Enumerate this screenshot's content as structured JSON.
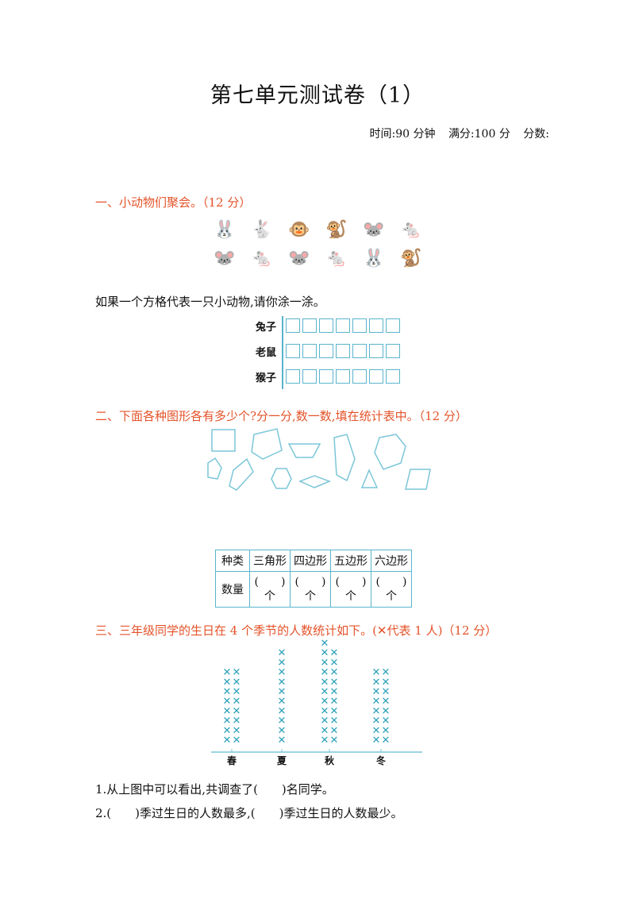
{
  "title": "第七单元测试卷（1）",
  "meta": {
    "time": "时间:90 分钟",
    "full": "满分:100 分",
    "score": "分数:"
  },
  "section1": {
    "heading": "一、小动物们聚会。（12 分）",
    "instruction": "如果一个方格代表一只小动物,请你涂一涂。",
    "animals_row1": [
      {
        "icon": "rabbit-icon",
        "glyph": "🐰"
      },
      {
        "icon": "rabbit-icon",
        "glyph": "🐇"
      },
      {
        "icon": "monkey-icon",
        "glyph": "🐵"
      },
      {
        "icon": "monkey-icon",
        "glyph": "🐒"
      },
      {
        "icon": "mouse-icon",
        "glyph": "🐭"
      },
      {
        "icon": "mouse-icon",
        "glyph": "🐁"
      }
    ],
    "animals_row2": [
      {
        "icon": "mouse-icon",
        "glyph": "🐭"
      },
      {
        "icon": "mouse-icon",
        "glyph": "🐁"
      },
      {
        "icon": "mouse-icon",
        "glyph": "🐭"
      },
      {
        "icon": "mouse-icon",
        "glyph": "🐁"
      },
      {
        "icon": "rabbit-icon",
        "glyph": "🐰"
      },
      {
        "icon": "monkey-icon",
        "glyph": "🐒"
      }
    ],
    "tally_rows": [
      {
        "label": "兔子",
        "boxes": 7
      },
      {
        "label": "老鼠",
        "boxes": 7
      },
      {
        "label": "猴子",
        "boxes": 7
      }
    ],
    "box_color": "#5ab4cc"
  },
  "section2": {
    "heading": "二、下面各种图形各有多少个?分一分,数一数,填在统计表中。（12 分）",
    "table": {
      "header": [
        "种类",
        "三角形",
        "四边形",
        "五边形",
        "六边形"
      ],
      "row_label": "数量",
      "cell_paren": "(　　)",
      "cell_unit": "个"
    }
  },
  "section3": {
    "heading": "三、三年级同学的生日在 4 个季节的人数统计如下。(✕代表 1 人)（12 分）",
    "chart_data": {
      "type": "pictograph",
      "categories": [
        "春",
        "夏",
        "秋",
        "冬"
      ],
      "columns": [
        [
          8,
          8
        ],
        [
          10
        ],
        [
          11,
          10
        ],
        [
          8,
          8
        ]
      ],
      "mark": "✕",
      "mark_color": "#2a9fb8"
    },
    "q1": "1.从上图中可以看出,共调查了(　　)名同学。",
    "q2": "2.(　　)季过生日的人数最多,(　　)季过生日的人数最少。"
  }
}
